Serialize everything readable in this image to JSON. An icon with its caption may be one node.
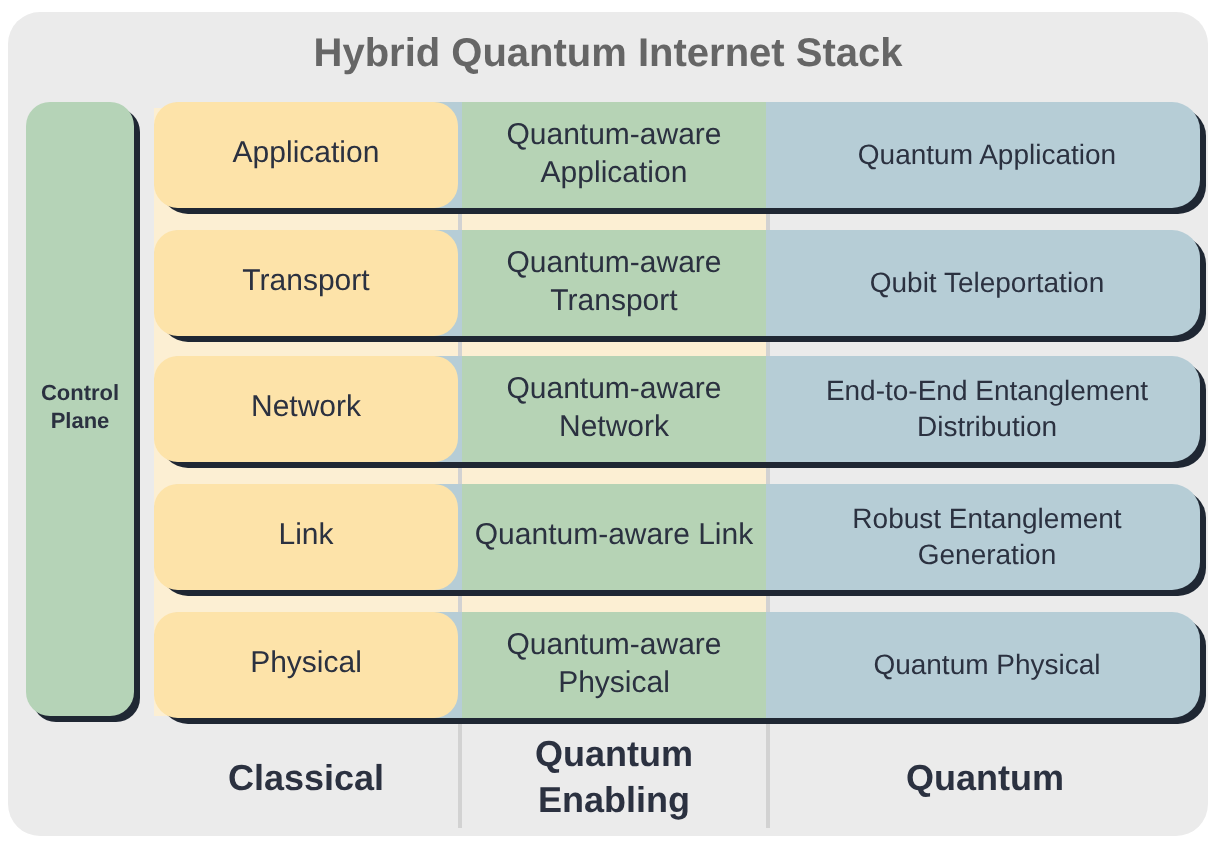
{
  "diagram": {
    "title": "Hybrid Quantum Internet Stack",
    "nodes": [
      {
        "text": [
          "Control Plane"
        ]
      },
      {
        "text": [
          "Quantum Application"
        ]
      },
      {
        "text": [
          "Application"
        ],
        "in": 1
      },
      {
        "text": [
          "Quantum-aware Application"
        ],
        "in": 1
      },
      {
        "text": [
          "Qubit Teleportation"
        ]
      },
      {
        "text": [
          "Transport"
        ],
        "in": 4
      },
      {
        "text": [
          "Quantum-aware Transport"
        ],
        "in": 4
      },
      {
        "text": [
          "End-to-End Entanglement Distribution"
        ]
      },
      {
        "text": [
          "Network"
        ],
        "in": 7
      },
      {
        "text": [
          "Quantum-aware Network"
        ],
        "in": 7
      },
      {
        "text": [
          "Robust Entanglement Generation"
        ]
      },
      {
        "text": [
          "Link"
        ],
        "in": 10
      },
      {
        "text": [
          "Quantum-aware Link"
        ],
        "in": 10
      },
      {
        "text": [
          "Quantum Physical"
        ]
      },
      {
        "text": [
          "Physical"
        ],
        "in": 13
      },
      {
        "text": [
          "Quantum-aware Physical"
        ],
        "in": 13
      }
    ],
    "labels": [
      "Classical",
      "Quantum Enabling",
      "Quantum"
    ]
  }
}
